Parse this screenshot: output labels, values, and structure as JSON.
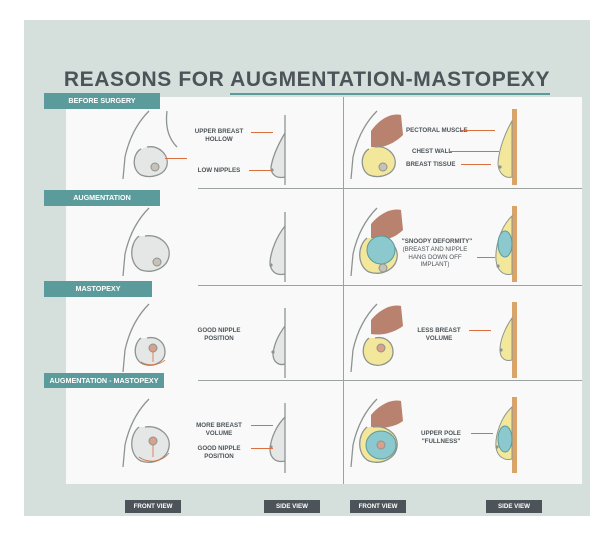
{
  "title": {
    "plain": "REASONS FOR",
    "highlight": "AUGMENTATION-MASTOPEXY"
  },
  "sections": [
    {
      "label": "BEFORE SURGERY"
    },
    {
      "label": "AUGMENTATION"
    },
    {
      "label": "MASTOPEXY"
    },
    {
      "label": "AUGMENTATION - MASTOPEXY"
    }
  ],
  "annotations": {
    "before_front_1": "UPPER BREAST HOLLOW",
    "before_front_2": "LOW NIPPLES",
    "before_anatomy_1": "PECTORAL MUSCLE",
    "before_anatomy_2": "CHEST WALL",
    "before_anatomy_3": "BREAST TISSUE",
    "augmentation_1": "\"SNOOPY DEFORMITY\"",
    "augmentation_2": "(BREAST AND NIPPLE HANG DOWN OFF IMPLANT)",
    "mastopexy_left": "GOOD NIPPLE POSITION",
    "mastopexy_right": "LESS BREAST VOLUME",
    "augmasto_left_1": "MORE BREAST VOLUME",
    "augmasto_left_2": "GOOD NIPPLE POSITION",
    "augmasto_right": "UPPER POLE \"FULLNESS\""
  },
  "footer": [
    "FRONT VIEW",
    "SIDE VIEW",
    "FRONT VIEW",
    "SIDE VIEW"
  ],
  "colors": {
    "background": "#d5dfdb",
    "accent": "#5b9b9b",
    "dark": "#4d5459",
    "leader": "#d9703d",
    "breast_tissue": "#f2e79a",
    "muscle": "#b9826f",
    "implant": "#8cc9cf"
  }
}
